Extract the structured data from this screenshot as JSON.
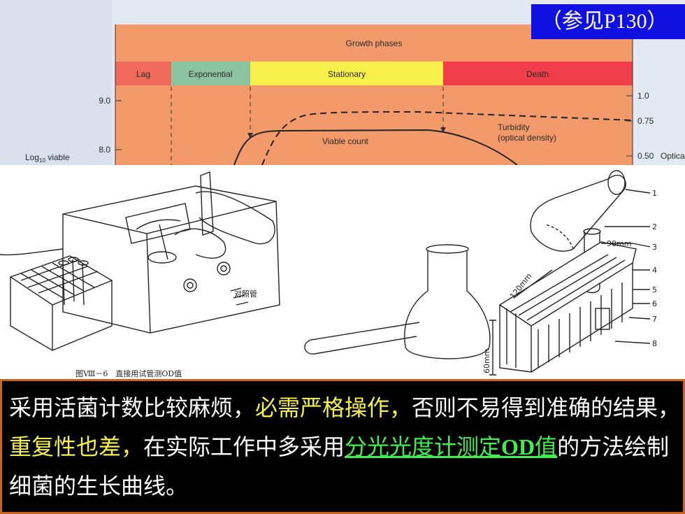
{
  "reference": "（参见P130）",
  "chart": {
    "title": "Growth phases",
    "phases": [
      {
        "label": "Lag",
        "color": "#ef6a5a"
      },
      {
        "label": "Exponential",
        "color": "#8cc3a0"
      },
      {
        "label": "Stationary",
        "color": "#f7ef4a"
      },
      {
        "label": "Death",
        "color": "#ef3d4a"
      }
    ],
    "left_ticks": [
      "9.0",
      "8.0"
    ],
    "left_axis_label": "Log",
    "left_axis_sub": "10",
    "left_axis_label_rest": " viable",
    "right_ticks": [
      "1.0",
      "0.75",
      "0.50"
    ],
    "right_axis_label": "Optica",
    "curve_labels": {
      "viable": "Viable count",
      "turbidity_line1": "Turbidity",
      "turbidity_line2": "(optical density)"
    }
  },
  "illustration": {
    "caption": "图Ⅷ－6　直接用试管测OD值",
    "tube_label": "对照管",
    "dim_90": "90mm",
    "dim_120": "120mm",
    "dim_60": "60mm",
    "part_numbers": [
      "1",
      "2",
      "3",
      "4",
      "5",
      "6",
      "7",
      "8"
    ]
  },
  "body": {
    "seg1": "采用活菌计数比较麻烦，",
    "seg2": "必需严格操作，",
    "seg3": "否则不易得到准确的结果，",
    "seg4": "重复性也差，",
    "seg5": "在实际工作中多采用",
    "link1": "分光光度计测定",
    "link_od": "OD",
    "link2": "值",
    "seg6": "的方法绘制细菌的生长曲线。"
  }
}
